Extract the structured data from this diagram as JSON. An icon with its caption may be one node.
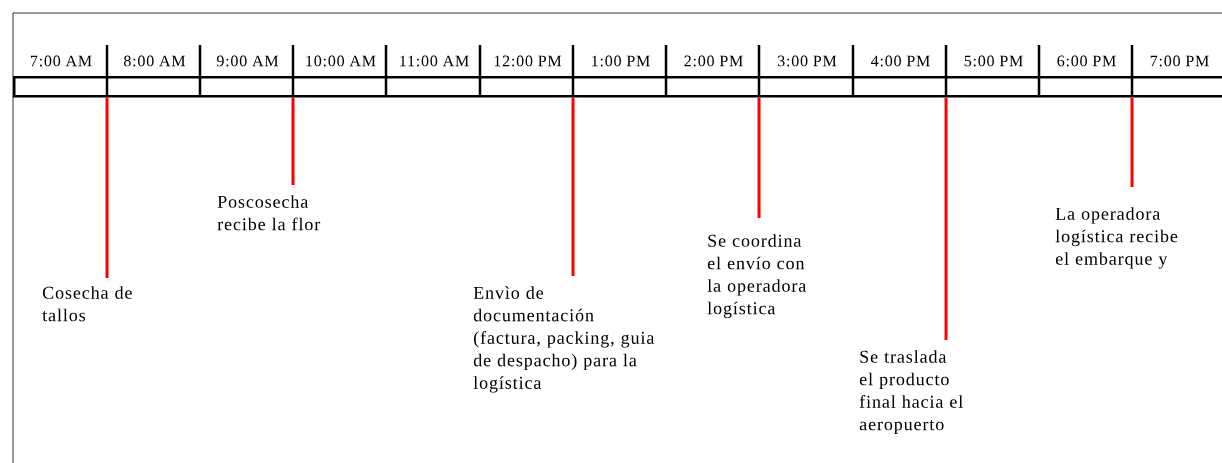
{
  "diagram": {
    "nodes": [
      {
        "text": [],
        "shape": "bar"
      },
      {
        "text": [
          "Cosecha de tallos"
        ]
      },
      {
        "text": [
          "Poscosecha recibe la flor"
        ]
      },
      {
        "text": [
          "Envìo de documentación (factura, packing, guia de despacho) para la logística"
        ]
      },
      {
        "text": [
          "Se coordina el envío con la operadora logística"
        ]
      },
      {
        "text": [
          "Se traslada el producto final hacia el aeropuerto"
        ]
      },
      {
        "text": [
          "La operadora logística recibe el embarque y"
        ]
      }
    ],
    "edges": [
      {
        "from": 0,
        "to": 1,
        "arrow": "none"
      },
      {
        "from": 0,
        "to": 2,
        "arrow": "none"
      },
      {
        "from": 0,
        "to": 3,
        "arrow": "none"
      },
      {
        "from": 0,
        "to": 4,
        "arrow": "none"
      },
      {
        "from": 0,
        "to": 5,
        "arrow": "none"
      },
      {
        "from": 0,
        "to": 6,
        "arrow": "none"
      }
    ],
    "labels": [
      "7:00 AM",
      "8:00 AM",
      "9:00 AM",
      "10:00 AM",
      "11:00 AM",
      "12:00 PM",
      "1:00 PM",
      "2:00 PM",
      "3:00 PM",
      "4:00 PM",
      "5:00 PM",
      "6:00 PM",
      "7:00 PM"
    ]
  }
}
